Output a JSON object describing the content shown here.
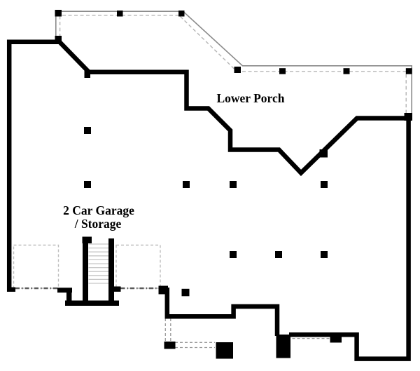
{
  "labels": {
    "lower_porch": "Lower Porch",
    "garage_line1": "2 Car Garage",
    "garage_line2": "/ Storage"
  },
  "rooms": [
    {
      "name": "Lower Porch"
    },
    {
      "name": "2 Car Garage / Storage"
    }
  ],
  "colors": {
    "background": "#ffffff",
    "wall": "#000000",
    "porch-solid": "#8a8a8a",
    "porch-dash": "#b5b5b5",
    "under-dash": "#9a9a9a",
    "door-dash": "#5a5a5a",
    "garage-zone": "#bdbdbd",
    "stair-tread": "#c6c6c6"
  }
}
